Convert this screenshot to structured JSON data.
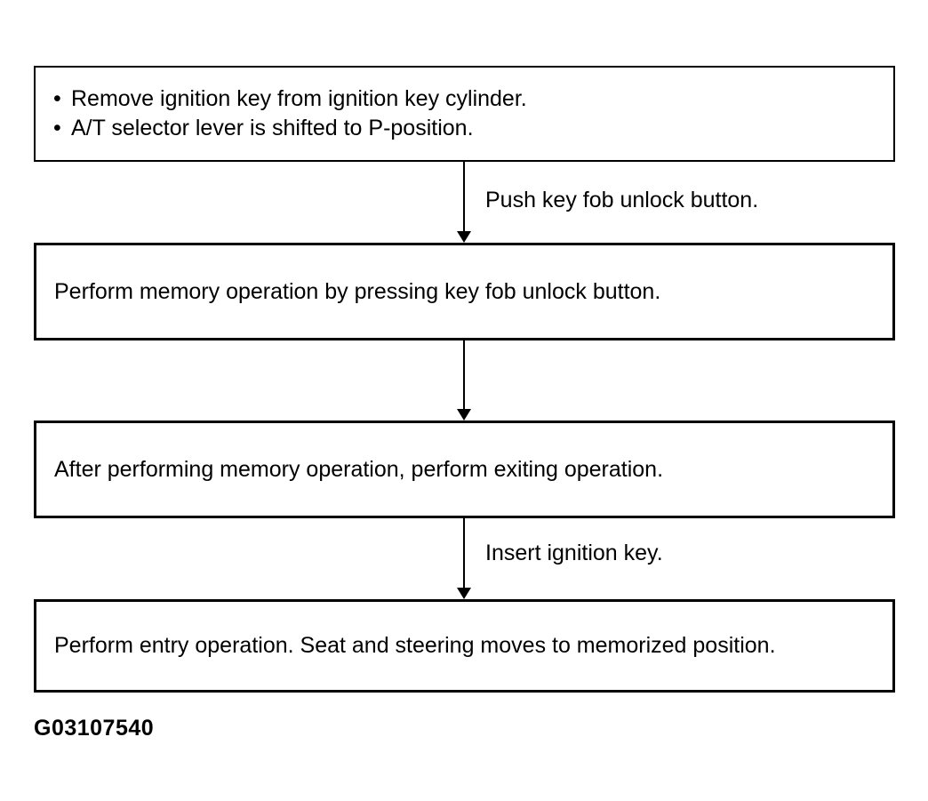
{
  "colors": {
    "ink": "#000000",
    "paper": "#ffffff"
  },
  "flowchart": {
    "precondition_box": {
      "bullet_char": "•",
      "items": [
        "Remove ignition key from ignition key cylinder.",
        "A/T selector lever is shifted to P-position."
      ]
    },
    "arrows": [
      {
        "label": "Push key fob unlock button."
      },
      {
        "label": ""
      },
      {
        "label": "Insert ignition key."
      }
    ],
    "steps": [
      {
        "text": "Perform memory operation by pressing key fob unlock button."
      },
      {
        "text": "After performing memory operation, perform exiting operation."
      },
      {
        "text": "Perform entry operation. Seat and steering moves to memorized position."
      }
    ]
  },
  "figure_code": "G03107540"
}
